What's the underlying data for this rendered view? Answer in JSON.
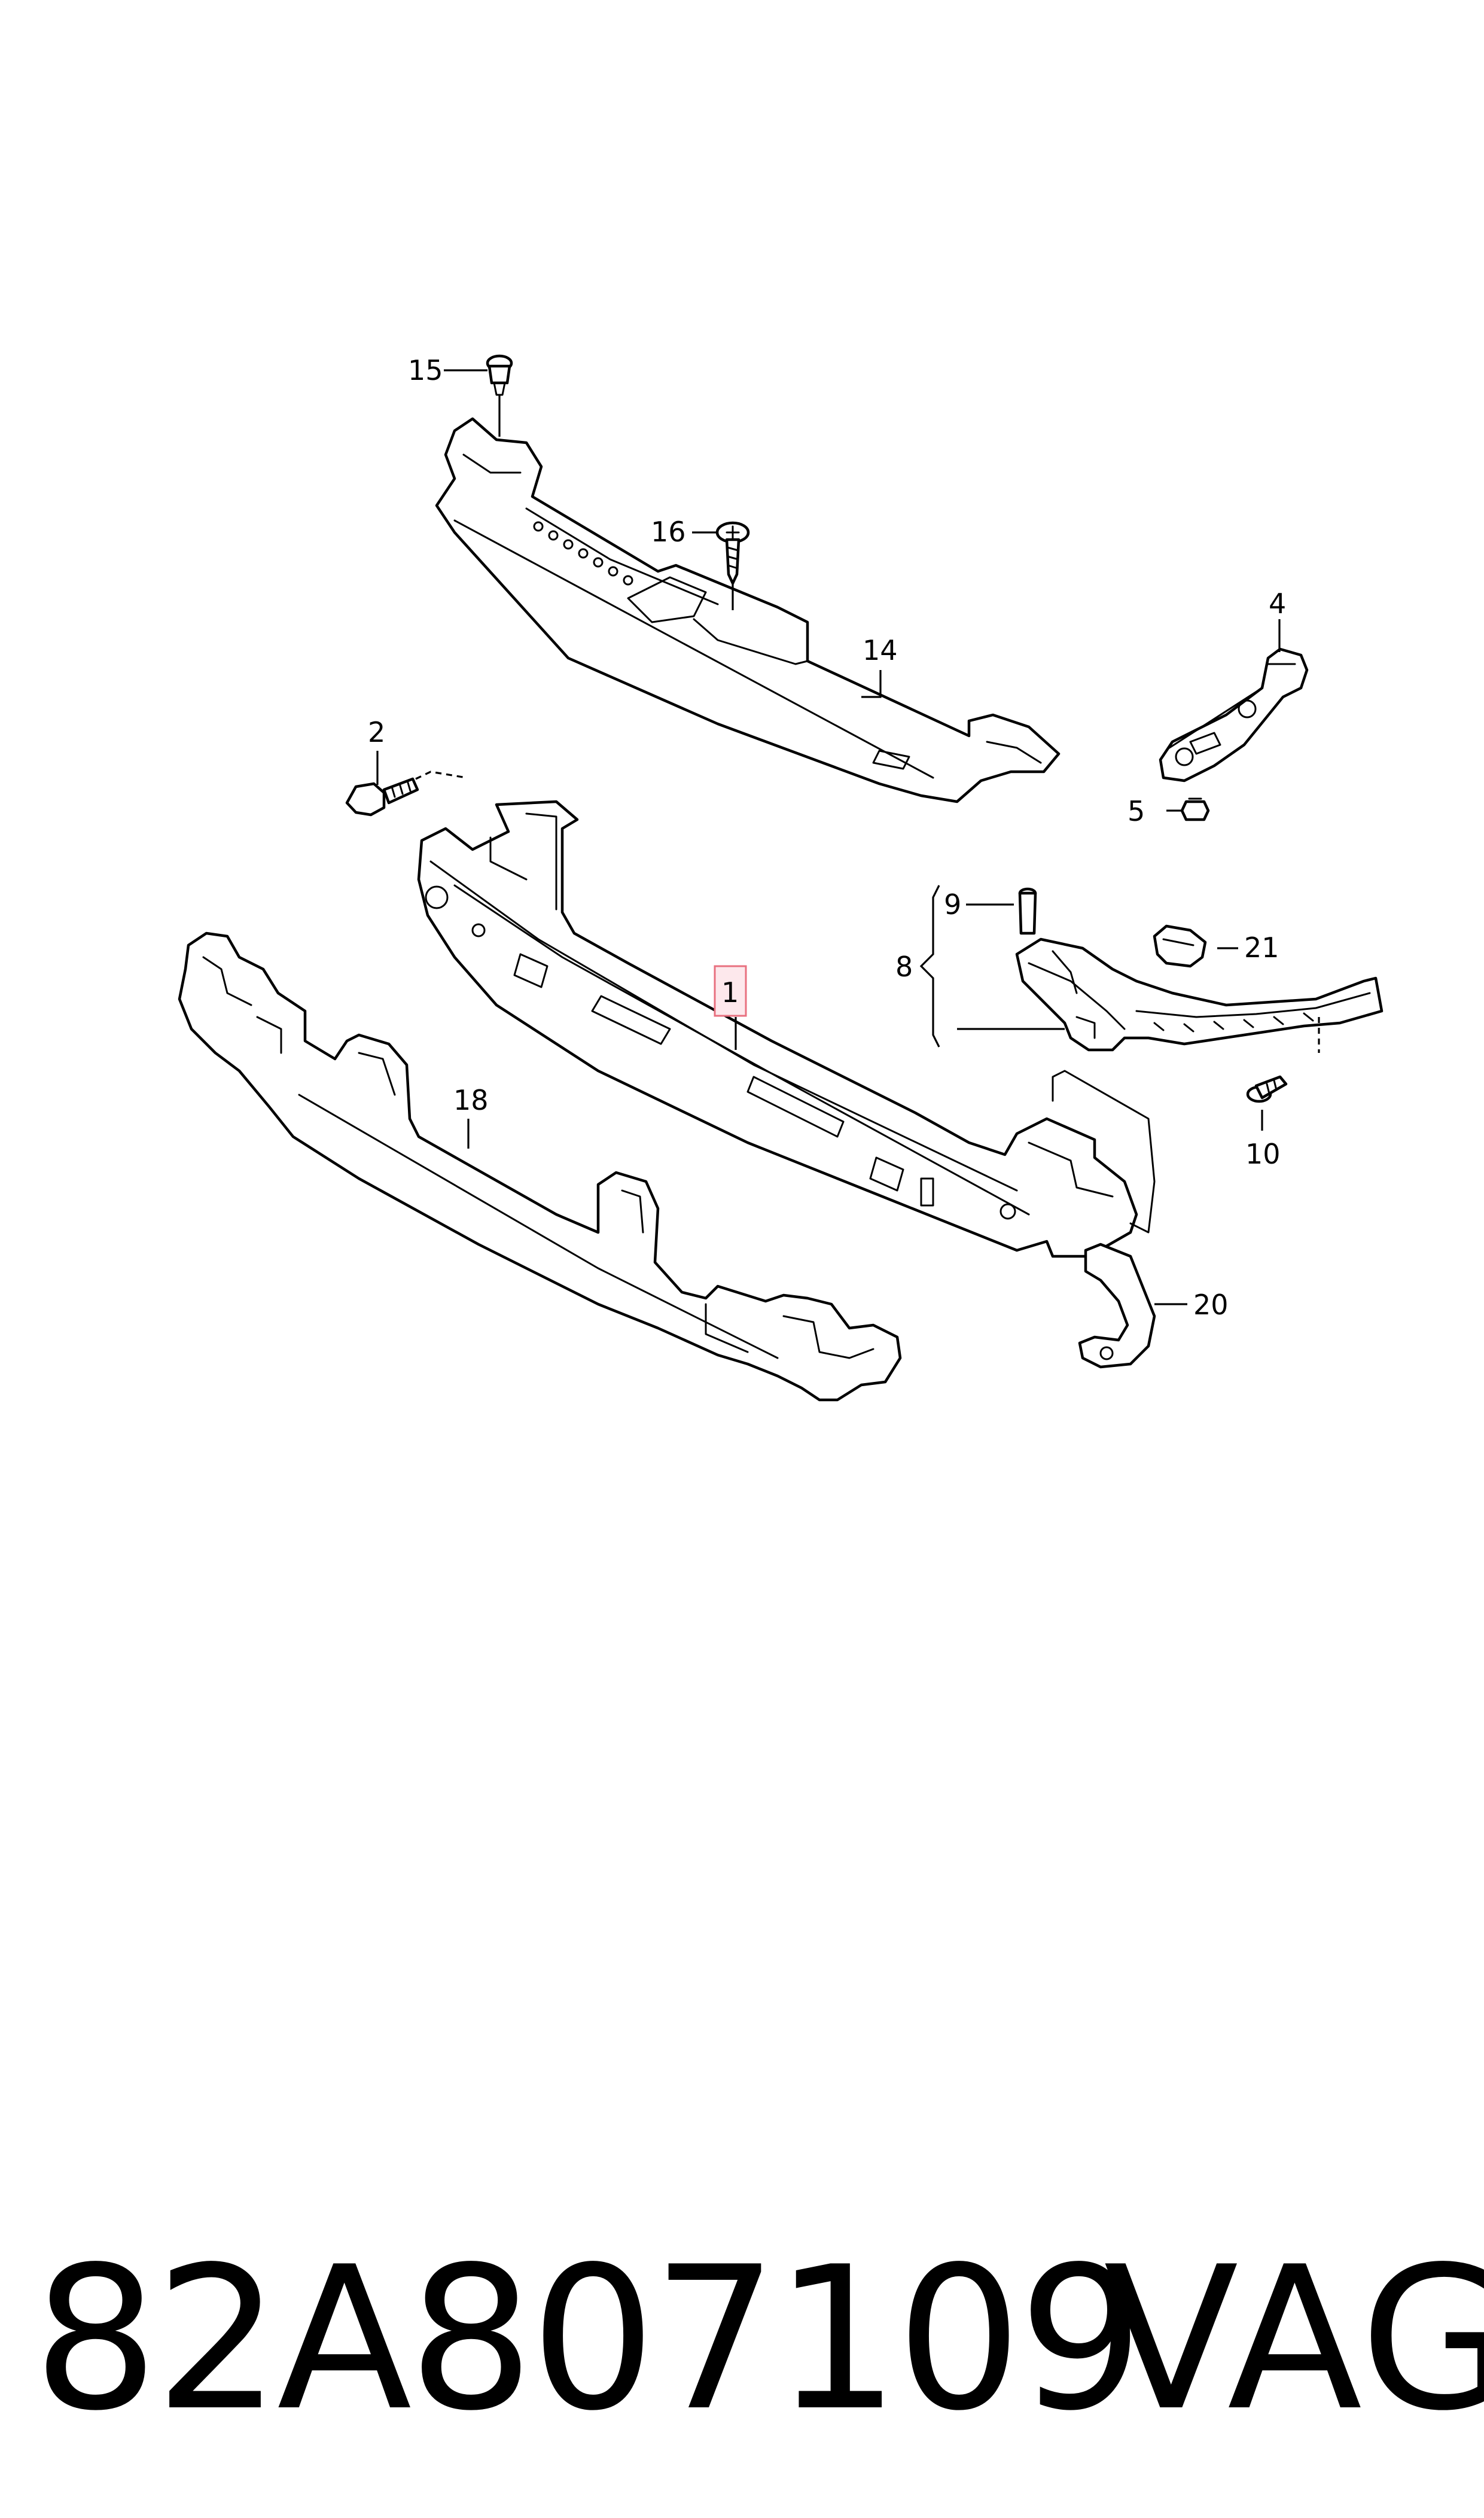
{
  "callouts": {
    "c1": "1",
    "c2": "2",
    "c4": "4",
    "c5": "5",
    "c8": "8",
    "c9": "9",
    "c10": "10",
    "c14": "14",
    "c15": "15",
    "c16": "16",
    "c18": "18",
    "c20": "20",
    "c21": "21"
  },
  "highlighted_callout": "1",
  "highlight_color": "#e8707f",
  "footer": {
    "part_number": "82A807109",
    "brand": "VAG"
  }
}
